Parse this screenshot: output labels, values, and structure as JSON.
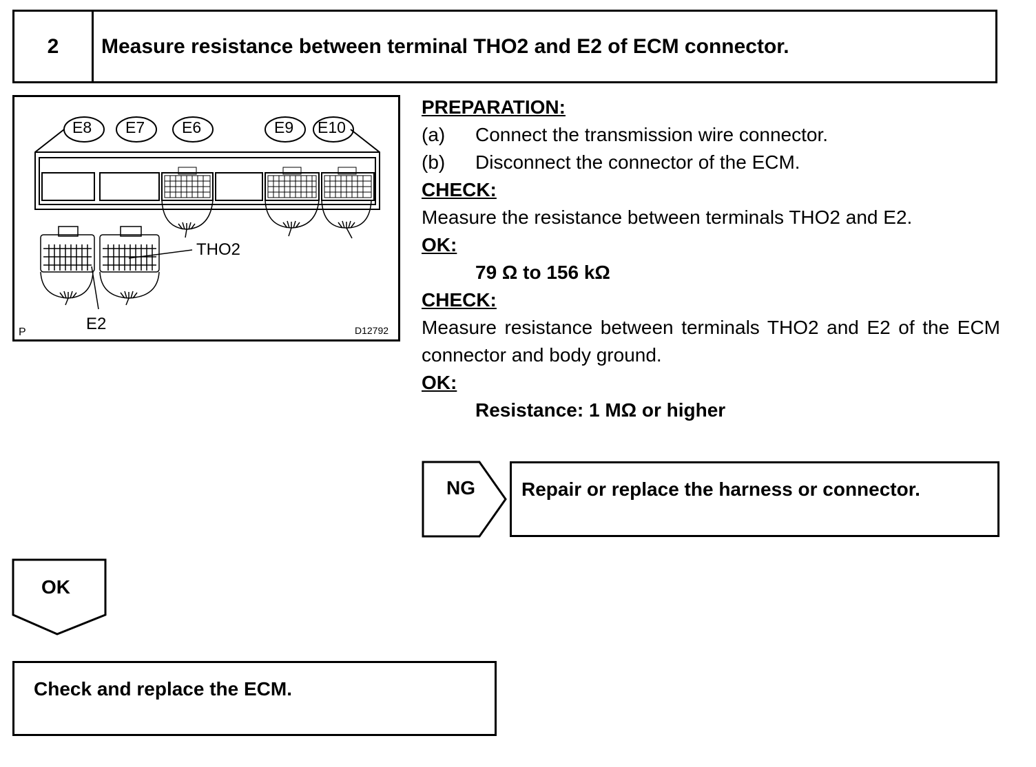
{
  "step": {
    "number": "2",
    "title": "Measure resistance between terminal THO2 and E2 of ECM connector."
  },
  "figure": {
    "connector_labels": [
      "E8",
      "E7",
      "E6",
      "E9",
      "E10"
    ],
    "terminal_label_tho2": "THO2",
    "terminal_label_e2": "E2",
    "corner_label": "P",
    "figure_code": "D12792"
  },
  "procedure": {
    "preparation_heading": "PREPARATION:",
    "prep_items": [
      {
        "label": "(a)",
        "text": "Connect the transmission wire connector."
      },
      {
        "label": "(b)",
        "text": "Disconnect the connector of the ECM."
      }
    ],
    "check1_heading": "CHECK:",
    "check1_text": "Measure the resistance between terminals THO2 and E2.",
    "ok1_heading": "OK:",
    "ok1_value": "79 Ω to 156 kΩ",
    "check2_heading": "CHECK:",
    "check2_text": "Measure resistance between terminals THO2 and E2 of the ECM connector and body ground.",
    "ok2_heading": "OK:",
    "ok2_value": "Resistance: 1 MΩ or higher"
  },
  "ng_branch": {
    "label": "NG",
    "action": "Repair or replace the harness or connector."
  },
  "ok_branch": {
    "label": "OK",
    "action": "Check and replace the ECM."
  }
}
